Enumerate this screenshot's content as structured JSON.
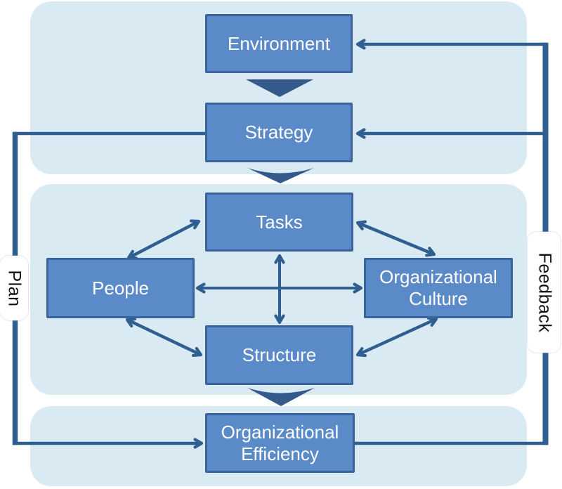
{
  "boxes": {
    "environment": "Environment",
    "strategy": "Strategy",
    "tasks": "Tasks",
    "people": "People",
    "culture": "Organizational Culture",
    "structure": "Structure",
    "efficiency": "Organizational Efficiency"
  },
  "side_labels": {
    "plan": "Plan",
    "feedback": "Feedback"
  },
  "colors": {
    "panel_background": "#daeaf3",
    "box_fill": "#5a8ac8",
    "box_border": "#3c649c",
    "connector_line": "#2f5e91",
    "flow_triangle": "#345a8c",
    "box_text": "#ffffff",
    "side_label_text": "#111111",
    "side_label_background": "#ffffff"
  }
}
